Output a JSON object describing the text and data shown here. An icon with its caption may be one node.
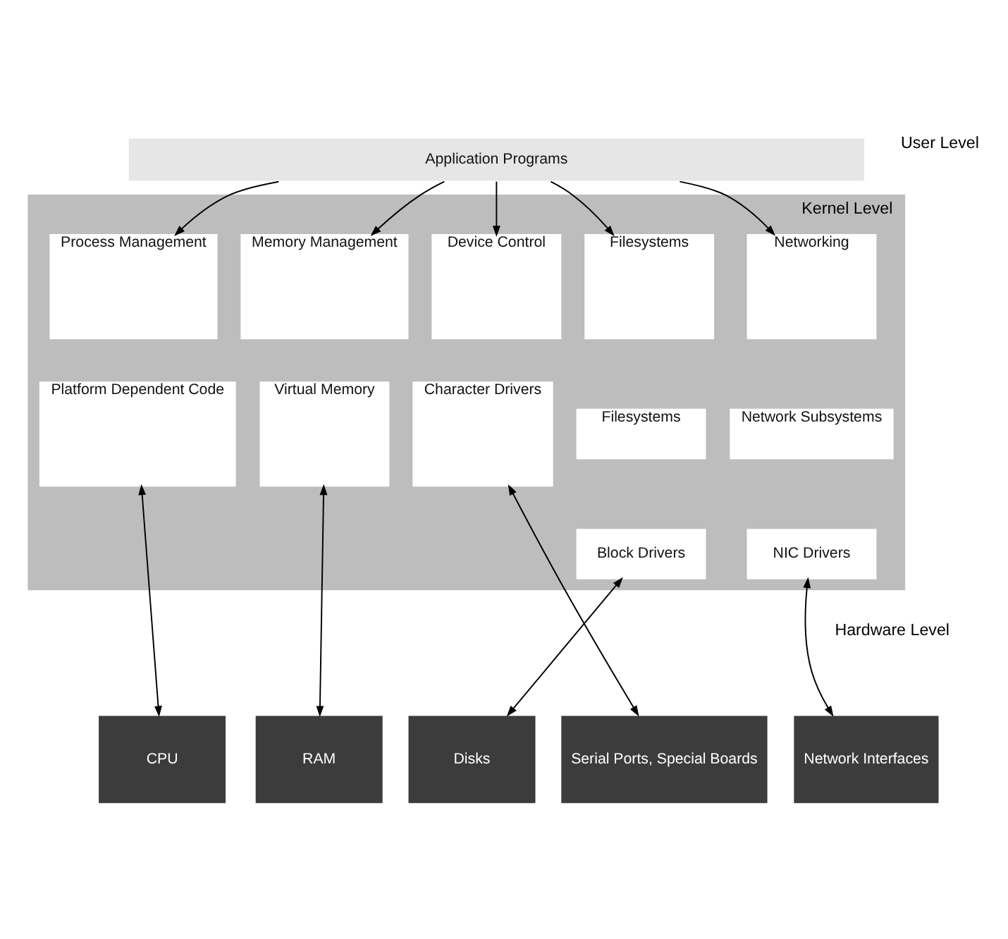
{
  "diagram": {
    "nodes": [
      {
        "text": [
          "Application Programs"
        ]
      },
      {
        "text": [
          "Kernel Level"
        ]
      },
      {
        "text": [
          "Process Management"
        ],
        "in": 1
      },
      {
        "text": [
          "Memory Management"
        ],
        "in": 1
      },
      {
        "text": [
          "Filesystems"
        ],
        "in": 1
      },
      {
        "text": [
          "Device Control"
        ],
        "in": 1
      },
      {
        "text": [
          "Networking"
        ],
        "in": 1
      },
      {
        "text": [
          "Platform Dependent Code"
        ],
        "in": 1
      },
      {
        "text": [
          "Virtual Memory"
        ],
        "in": 1
      },
      {
        "text": [
          "Filesystems"
        ],
        "in": 1
      },
      {
        "text": [
          "Block Drivers"
        ],
        "in": 1
      },
      {
        "text": [
          "Character Drivers"
        ],
        "in": 1
      },
      {
        "text": [
          "Network Subsystems"
        ],
        "in": 1
      },
      {
        "text": [
          "NIC Drivers"
        ],
        "in": 1
      },
      {
        "text": [
          "CPU"
        ]
      },
      {
        "text": [
          "RAM"
        ]
      },
      {
        "text": [
          "Disks"
        ]
      },
      {
        "text": [
          "Serial Ports, Special Boards"
        ]
      },
      {
        "text": [
          "Network Interfaces"
        ]
      }
    ],
    "edges": [
      {
        "from": 0,
        "to": 2,
        "arrow": "to"
      },
      {
        "from": 0,
        "to": 3,
        "arrow": "to"
      },
      {
        "from": 0,
        "to": 4,
        "arrow": "to"
      },
      {
        "from": 0,
        "to": 5,
        "arrow": "to"
      },
      {
        "from": 0,
        "to": 6,
        "arrow": "to"
      },
      {
        "from": 7,
        "to": 14,
        "arrow": "both"
      },
      {
        "from": 8,
        "to": 15,
        "arrow": "both"
      },
      {
        "from": 10,
        "to": 16,
        "arrow": "both"
      },
      {
        "from": 11,
        "to": 17,
        "arrow": "both"
      },
      {
        "from": 13,
        "to": 18,
        "arrow": "both"
      }
    ],
    "labels": [
      "User Level",
      "Hardware Level"
    ]
  }
}
